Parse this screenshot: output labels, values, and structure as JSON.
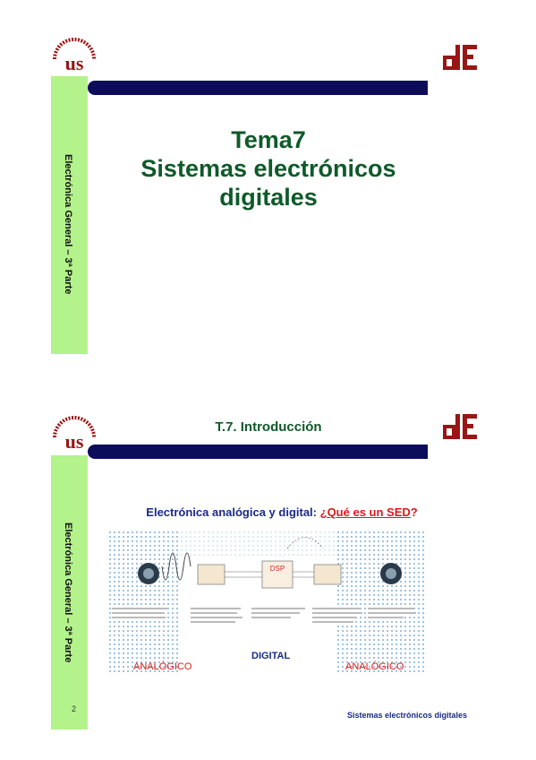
{
  "slide1": {
    "title_line1": "Tema7",
    "title_line2": "Sistemas electrónicos",
    "title_line3": "digitales",
    "side_label": "Electrónica General – 3ª Parte"
  },
  "slide2": {
    "title": "T.7. Introducción",
    "side_label": "Electrónica General – 3ª Parte",
    "subtitle_prefix": "Electrónica analógica y digital: ",
    "subtitle_link": "¿Qué es un SED",
    "subtitle_suffix": "?",
    "figure": {
      "label_left": "ANALÓGICO",
      "label_center": "DIGITAL",
      "label_right": "ANALÓGICO",
      "dsp_label": "DSP"
    },
    "page_number": "2",
    "footer": "Sistemas electrónicos digitales"
  },
  "colors": {
    "green_title": "#0e5a2a",
    "side_green": "#b4f28c",
    "navy": "#0c0c5a",
    "red": "#e01818",
    "blue_text": "#1a2a8a",
    "logo_red": "#9a1515"
  }
}
